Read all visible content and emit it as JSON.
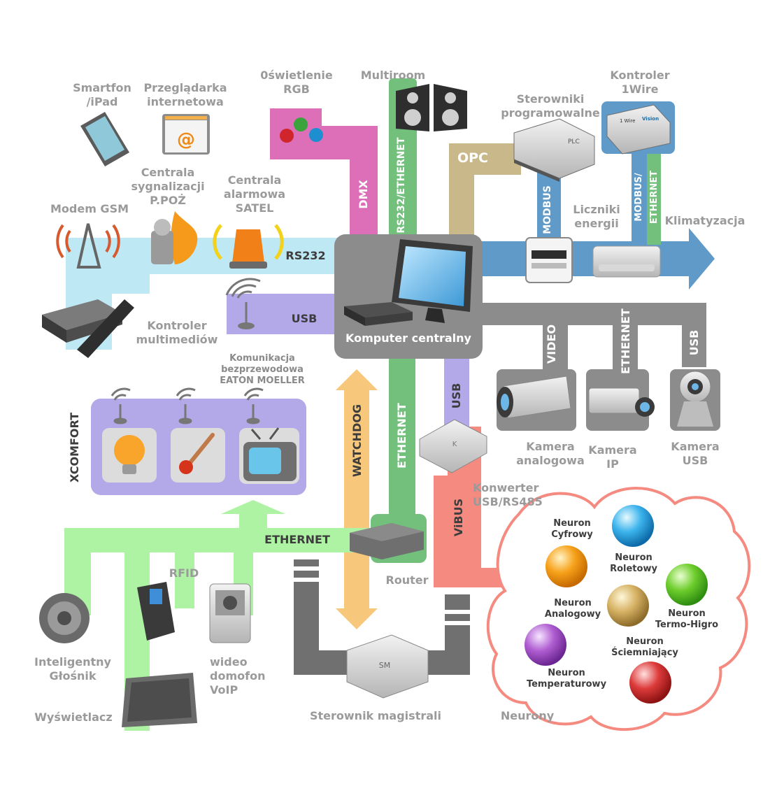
{
  "nodes": {
    "smartfon": [
      "Smartfon",
      "/iPad"
    ],
    "przegladarka": [
      "Przeglądarka",
      "internetowa"
    ],
    "oswietlenie": [
      "0świetlenie",
      "RGB"
    ],
    "multiroom": "Multiroom",
    "sterowniki": [
      "Sterowniki",
      "programowalne"
    ],
    "kontroler_1wire": [
      "Kontroler",
      "1Wire"
    ],
    "centrala_poz": [
      "Centrala",
      "sygnalizacji",
      "P.POŻ"
    ],
    "centrala_satel": [
      "Centrala",
      "alarmowa",
      "SATEL"
    ],
    "modem_gsm": "Modem GSM",
    "liczniki": [
      "Liczniki",
      "energii"
    ],
    "klimatyzacja": "Klimatyzacja",
    "kontroler_multimediow": [
      "Kontroler",
      "multimediów"
    ],
    "komunikacja": [
      "Komunikacja",
      "bezprzewodowa",
      "EATON MOELLER"
    ],
    "komputer": "Komputer centralny",
    "kamera_analogowa": [
      "Kamera",
      "analogowa"
    ],
    "kamera_ip": [
      "Kamera",
      "IP"
    ],
    "kamera_usb": [
      "Kamera",
      "USB"
    ],
    "konwerter": [
      "Konwerter",
      "USB/RS485"
    ],
    "rfid": "RFID",
    "router": "Router",
    "inteligentny_glosnik": [
      "Inteligentny",
      "Głośnik"
    ],
    "wideo_domofon": [
      "wideo",
      "domofon",
      "VoIP"
    ],
    "wyswietlacz": "Wyświetlacz",
    "sterownik_magistrali": "Sterownik magistrali",
    "neurony": "Neurony"
  },
  "neurons": {
    "cyfrowy": [
      "Neuron",
      "Cyfrowy"
    ],
    "roletowy": [
      "Neuron",
      "Roletowy"
    ],
    "analogowy": [
      "Neuron",
      "Analogowy"
    ],
    "termo_higro": [
      "Neuron",
      "Termo-Higro"
    ],
    "sciemniajacy": [
      "Neuron",
      "Ściemniający"
    ],
    "temperaturowy": [
      "Neuron",
      "Temperaturowy"
    ]
  },
  "buses": {
    "dmx": "DMX",
    "rs232_ethernet": "RS232/ETHERNET",
    "opc": "OPC",
    "modbus": "MODBUS",
    "modbus_ethernet": [
      "MODBUS/",
      "ETHERNET"
    ],
    "rs232": "RS232",
    "usb_left": "USB",
    "video": "VIDEO",
    "ethernet_cam": "ETHERNET",
    "usb_cam": "USB",
    "usb_konwerter": "USB",
    "xcomfort": "XCOMFORT",
    "watchdog": "WATCHDOG",
    "ethernet_router": "ETHERNET",
    "vibus": "ViBUS",
    "ethernet_bottom": "ETHERNET"
  },
  "icons": {
    "sm_label": "SM",
    "plc_label": "PLC",
    "onewire_label": "1 Wire",
    "vision_label": "Vision",
    "at_symbol": "@",
    "k_label": "K"
  },
  "colors": {
    "light_blue": "#bde8f4",
    "pink": "#dd6fb9",
    "green": "#72c07c",
    "tan": "#c9b98a",
    "steel_blue": "#5f9ac9",
    "gray": "#8c8c8c",
    "lavender": "#b3a8e8",
    "light_green": "#aef2a4",
    "orange": "#f7c87b",
    "salmon": "#f58a80"
  }
}
